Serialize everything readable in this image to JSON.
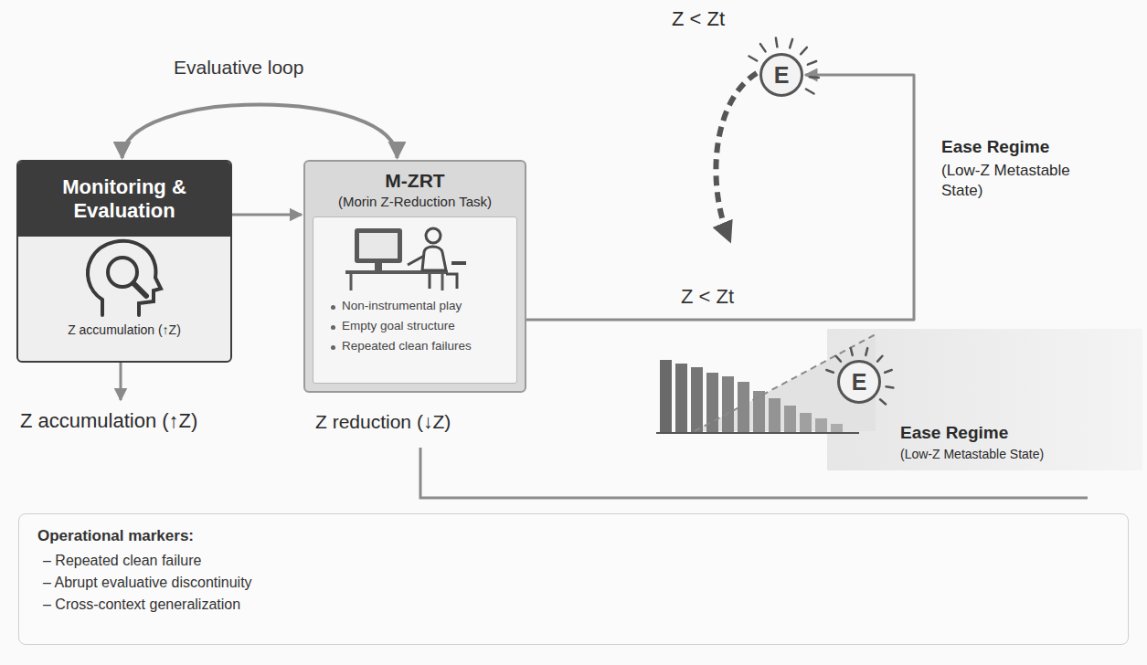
{
  "diagram": {
    "nodes": [
      {
        "text": [
          "Monitoring & Evaluation",
          "Z accumulation (↑Z)"
        ]
      },
      {
        "text": [
          "M-ZRT",
          "(Morin Z-Reduction Task)",
          "Non-instrumental play",
          "Empty goal structure",
          "Repeated clean failures"
        ]
      },
      {
        "text": [
          "E"
        ]
      },
      {
        "text": [
          "E"
        ]
      },
      {
        "text": [
          "Operational markers:",
          "– Repeated clean failure",
          "– Abrupt evaluative discontinuity",
          "– Cross-context generalization"
        ]
      }
    ],
    "edges": [
      {
        "from": 0,
        "to": 1,
        "arrow": "to"
      },
      {
        "from": 0,
        "to": 1,
        "label": "Evaluative loop",
        "arrow": "both"
      },
      {
        "from": 1,
        "to": 2,
        "label": "Z < Zt",
        "arrow": "to"
      }
    ],
    "labels": [
      "Z < Zt",
      "Ease Regime",
      "(Low-Z Metastable State)",
      "Ease Regime",
      "(Low-Z Metastable State)",
      "Z accumulation (↑Z)",
      "Z reduction (↓Z)"
    ]
  }
}
